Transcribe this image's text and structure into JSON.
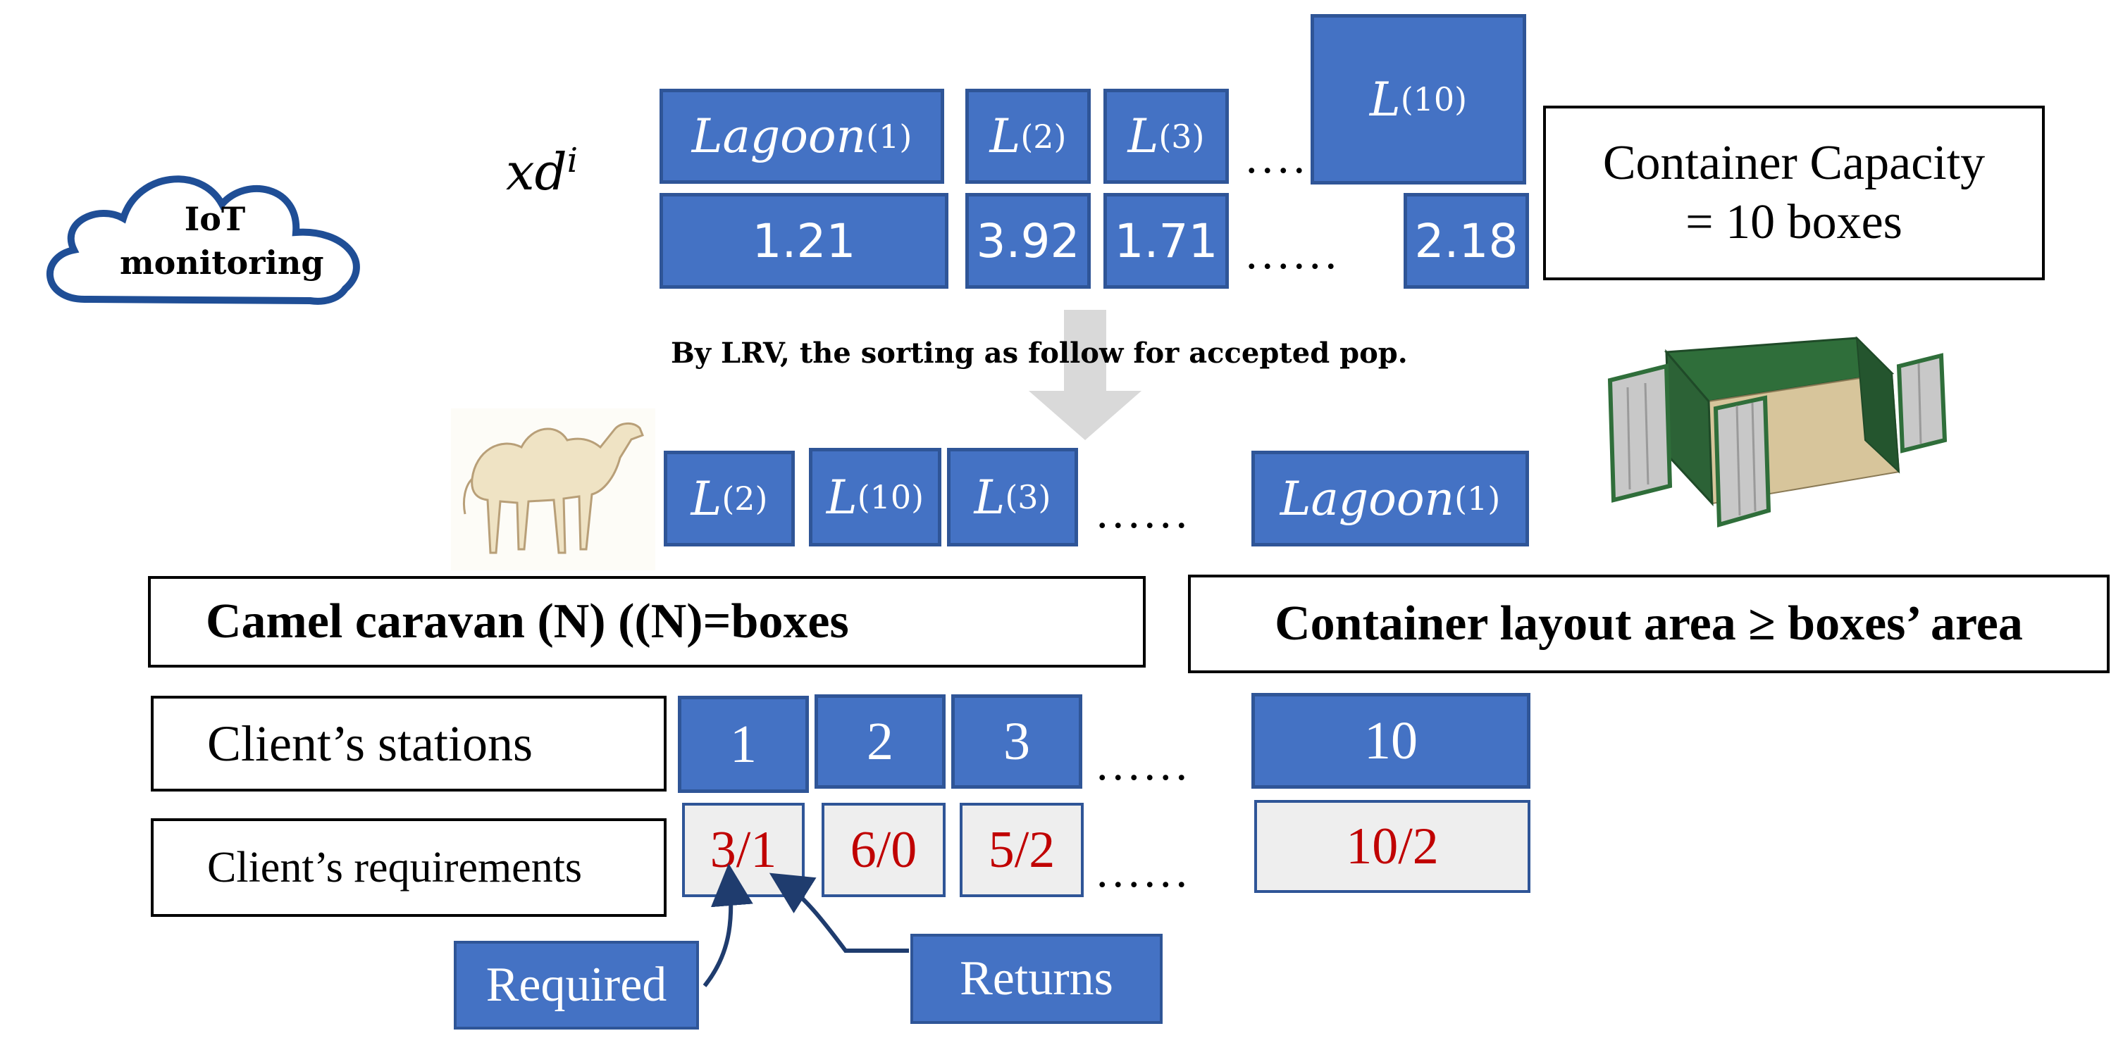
{
  "cloud": {
    "line1": "IoT",
    "line2": "monitoring"
  },
  "xd": {
    "base": "xd",
    "sup": "i"
  },
  "top_row": {
    "labels": [
      {
        "base": "Lagoon",
        "sub": "(1)"
      },
      {
        "base": "L",
        "sub": "(2)"
      },
      {
        "base": "L",
        "sub": "(3)"
      },
      {
        "base": "L",
        "sub": "(10)"
      }
    ],
    "values": [
      "1.21",
      "3.92",
      "1.71",
      "2.18"
    ],
    "ellipsis_upper": "....",
    "ellipsis_lower": "......"
  },
  "capacity": {
    "line1": "Container Capacity",
    "line2": "= 10 boxes"
  },
  "sorting_text": "By LRV, the sorting as follow for accepted pop.",
  "sorted_row": {
    "labels": [
      {
        "base": "L",
        "sub": "(2)"
      },
      {
        "base": "L",
        "sub": "(10)"
      },
      {
        "base": "L",
        "sub": "(3)"
      },
      {
        "base": "Lagoon",
        "sub": "(1)"
      }
    ],
    "ellipsis": "......"
  },
  "caravan_label": "Camel caravan (N) ((N)=boxes",
  "layout_label": "Container layout area  ≥ boxes’ area",
  "stations": {
    "label": "Client’s stations",
    "values": [
      "1",
      "2",
      "3",
      "10"
    ],
    "ellipsis": "......"
  },
  "requirements": {
    "label": "Client’s requirements",
    "values": [
      "3/1",
      "6/0",
      "5/2",
      "10/2"
    ],
    "ellipsis": "......"
  },
  "callouts": {
    "required": "Required",
    "returns": "Returns"
  },
  "colors": {
    "box_fill": "#4472c4",
    "box_border": "#2f5597",
    "requirement_text": "#c00000",
    "requirement_fill": "#eeeeee"
  }
}
